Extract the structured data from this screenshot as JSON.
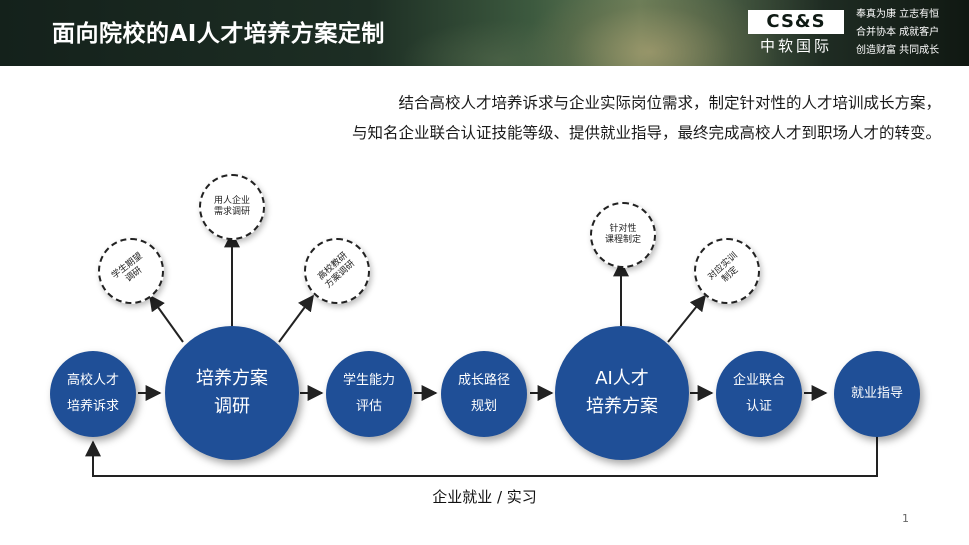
{
  "header": {
    "title": "面向院校的AI人才培养方案定制",
    "logo_top": "CS&S",
    "logo_bottom": "中软国际",
    "slogan": [
      "奉真为康 立志有恒",
      "合并协本 成就客户",
      "创造财富 共同成长"
    ]
  },
  "intro": {
    "line1": "结合高校人才培养诉求与企业实际岗位需求，制定针对性的人才培训成长方案，",
    "line2": "与知名企业联合认证技能等级、提供就业指导，最终完成高校人才到职场人才的转变。"
  },
  "flow": {
    "nodes": [
      {
        "line1": "高校人才",
        "line2": "培养诉求"
      },
      {
        "line1": "培养方案",
        "line2": "调研"
      },
      {
        "line1": "学生能力",
        "line2": "评估"
      },
      {
        "line1": "成长路径",
        "line2": "规划"
      },
      {
        "line1": "AI人才",
        "line2": "培养方案"
      },
      {
        "line1": "企业联合",
        "line2": "认证"
      },
      {
        "line1": "就业指导",
        "line2": ""
      }
    ],
    "bubbles": [
      {
        "line1": "学生期望",
        "line2": "调研"
      },
      {
        "line1": "用人企业",
        "line2": "需求调研"
      },
      {
        "line1": "高校教研",
        "line2": "方案调研"
      },
      {
        "line1": "针对性",
        "line2": "课程制定"
      },
      {
        "line1": "对应实训",
        "line2": "制定"
      }
    ],
    "loop_label": "企业就业 / 实习"
  },
  "page_number": "1",
  "colors": {
    "node_fill": "#1f4f97",
    "arrow": "#222222",
    "header_bg": "#1d2e24"
  }
}
